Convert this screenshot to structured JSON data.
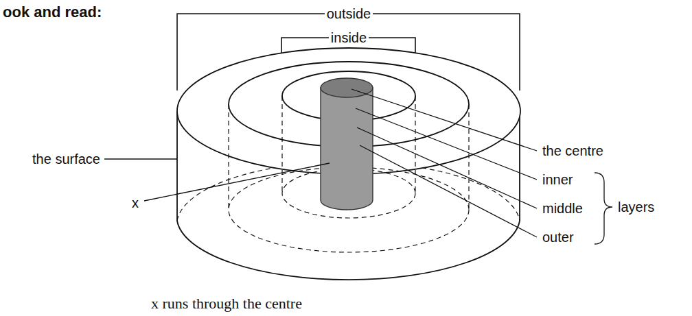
{
  "diagram": {
    "title": "ook and read:",
    "labels": [
      "outside",
      "inside",
      "the surface",
      "the centre",
      "inner",
      "middle",
      "outer",
      "layers",
      "x"
    ],
    "caption": "x runs through the centre"
  }
}
